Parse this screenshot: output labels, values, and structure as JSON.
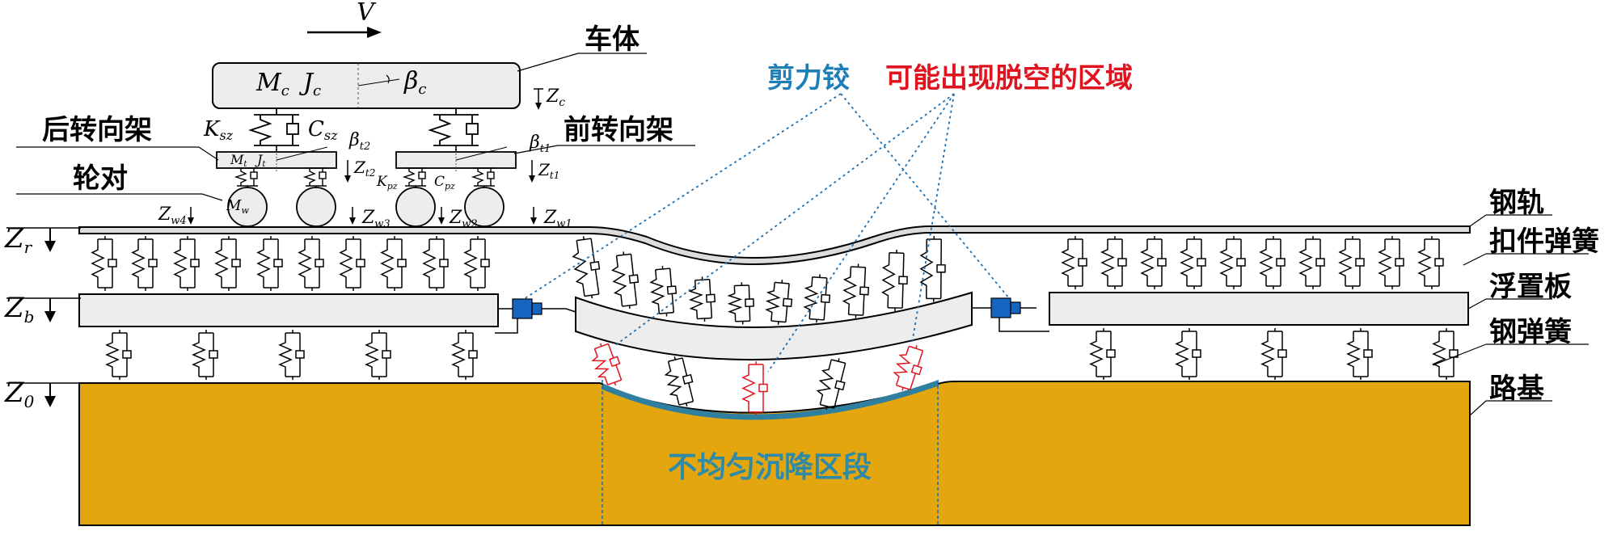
{
  "velocity_label": "V",
  "labels": {
    "car_body": "车体",
    "rear_bogie": "后转向架",
    "front_bogie": "前转向架",
    "wheelset": "轮对",
    "rail": "钢轨",
    "fastener_spring": "扣件弹簧",
    "floating_slab": "浮置板",
    "steel_spring": "钢弹簧",
    "subgrade": "路基",
    "shear_hinge": "剪力铰",
    "void_region": "可能出现脱空的区域",
    "settlement_section": "不均匀沉降区段"
  },
  "symbols": {
    "car_mass": "M",
    "car_mass_sub": "c",
    "car_inertia": "J",
    "car_inertia_sub": "c",
    "car_pitch": "β",
    "car_pitch_sub": "c",
    "car_disp": "Z",
    "car_disp_sub": "c",
    "secondary_stiffness": "K",
    "secondary_stiffness_sub": "sz",
    "secondary_damping": "C",
    "secondary_damping_sub": "sz",
    "bogie_mass": "M",
    "bogie_mass_sub": "t",
    "bogie_inertia": "J",
    "bogie_inertia_sub": "t",
    "rear_bogie_pitch": "β",
    "rear_bogie_pitch_sub": "t2",
    "front_bogie_pitch": "β",
    "front_bogie_pitch_sub": "t1",
    "rear_bogie_disp": "Z",
    "rear_bogie_disp_sub": "t2",
    "front_bogie_disp": "Z",
    "front_bogie_disp_sub": "t1",
    "primary_stiffness": "K",
    "primary_stiffness_sub": "pz",
    "primary_damping": "C",
    "primary_damping_sub": "pz",
    "wheel_mass": "M",
    "wheel_mass_sub": "w",
    "w4": "Z",
    "w4_sub": "w4",
    "w3": "Z",
    "w3_sub": "w3",
    "w2": "Z",
    "w2_sub": "w2",
    "w1": "Z",
    "w1_sub": "w1",
    "rail_disp": "Z",
    "rail_disp_sub": "r",
    "slab_disp": "Z",
    "slab_disp_sub": "b",
    "ground_disp": "Z",
    "ground_disp_sub": "0"
  },
  "colors": {
    "subgrade": "#E3A60E",
    "settlement_text": "#2E8AA6",
    "shear_hinge": "#1565C0",
    "shear_hinge_text": "#1E7FB8",
    "void_text": "#E0141E",
    "void_spring": "#E0141E",
    "leader_line": "#1E6FB0",
    "settlement_curve": "#2F7FA0",
    "slab_fill": "#EDEDED",
    "line": "#000000"
  }
}
